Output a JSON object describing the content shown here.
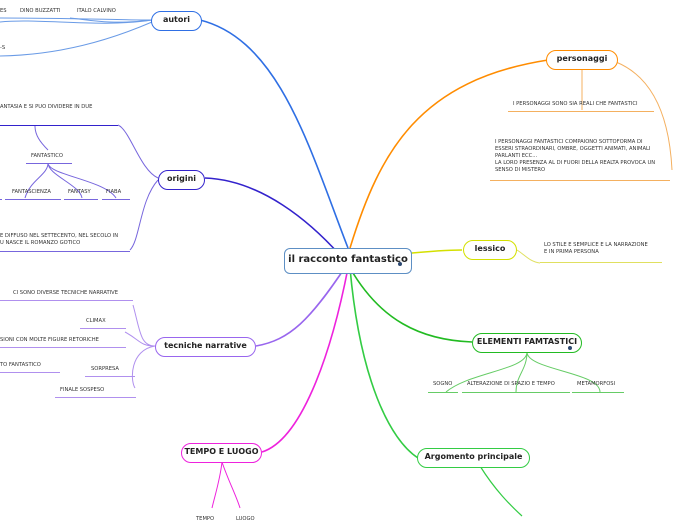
{
  "center": "il racconto fantastico",
  "colors": {
    "autori": "#2f6fe4",
    "personaggi": "#ff8c00",
    "lessico": "#d4e000",
    "elementi": "#22bb22",
    "argomento": "#33cc44",
    "tempo": "#ee22dd",
    "tecniche": "#9966ee",
    "origini": "#3322cc"
  },
  "autori": {
    "label": "autori",
    "items": [
      "ES",
      "DINO BUZZATTI",
      "ITALO CALVINO",
      "-S"
    ]
  },
  "personaggi": {
    "label": "personaggi",
    "heading": "I PERSONAGGI SONO SIA REALI CHE FANTASTICI",
    "lines": [
      "I PERSONAGGI FANTASTICI COMPAIONO SOTTOFORMA DI",
      "ESSERI STRAORDINARI, OMBRE, OGGETTI ANIMATI, ANIMALI",
      "PARLANTI ECC...",
      "LA LORO PRESENZA AL DI FUORI DELLA REALTA PROVOCA UN",
      "SENSO DI MISTERO"
    ]
  },
  "lessico": {
    "label": "lessico",
    "lines": [
      "LO STILE E SEMPLICE E LA NARRAZIONE",
      "E IN PRIMA PERSONA"
    ]
  },
  "elementi": {
    "label": "ELEMENTI FAMTASTICI",
    "items": [
      "SOGNO",
      "ALTERAZIONE DI SPAZIO E TEMPO",
      "METAMORFOSI"
    ]
  },
  "argomento": {
    "label": "Argomento principale"
  },
  "tempo": {
    "label": "TEMPO E LUOGO",
    "items": [
      "TEMPO",
      "LUOGO"
    ]
  },
  "tecniche": {
    "label": "tecniche narrative",
    "items": [
      "CI SONO DIVERSE TECNICHE NARRATIVE",
      "CLIMAX",
      "SIONI CON MOLTE FIGURE RETORICHE",
      "TO FANTASTICO",
      "SORPRESA",
      "FINALE SOSPESO"
    ]
  },
  "origini": {
    "label": "origini",
    "top": "ANTASIA E SI PUO DIVIDERE IN DUE",
    "fantastico": "FANTASTICO",
    "subs": [
      "FANTASCIENZA",
      "FANTASY",
      "FIABA"
    ],
    "bottom": [
      "E DIFFUSO NEL SETTECENTO, NEL SECOLO IN",
      "U NASCE IL ROMANZO GOTICO"
    ]
  }
}
